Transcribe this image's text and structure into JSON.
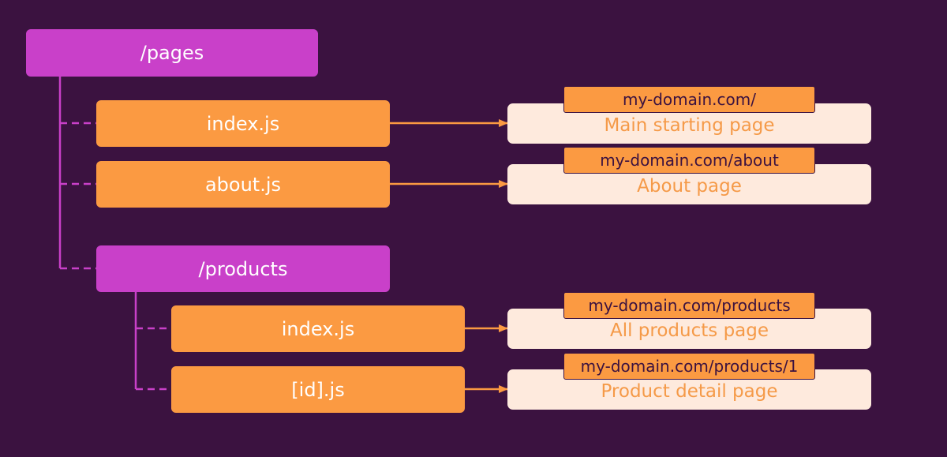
{
  "tree": {
    "root": {
      "label": "/pages",
      "icon": "folder"
    },
    "index": {
      "label": "index.js",
      "icon": "file"
    },
    "about": {
      "label": "about.js",
      "icon": "file"
    },
    "products": {
      "label": "/products",
      "icon": "folder"
    },
    "products_index": {
      "label": "index.js",
      "icon": "file"
    },
    "product_id": {
      "label": "[id].js",
      "icon": "file"
    }
  },
  "routes": [
    {
      "url": "my-domain.com/",
      "page": "Main starting page"
    },
    {
      "url": "my-domain.com/about",
      "page": "About page"
    },
    {
      "url": "my-domain.com/products",
      "page": "All products page"
    },
    {
      "url": "my-domain.com/products/1",
      "page": "Product detail page"
    }
  ],
  "colors": {
    "background": "#3b1240",
    "folder": "#c940c9",
    "file": "#fb9a42",
    "page_box": "#feeadd",
    "page_text": "#f59a48",
    "tree_line": "#c940c9",
    "arrow": "#fb9a42"
  }
}
